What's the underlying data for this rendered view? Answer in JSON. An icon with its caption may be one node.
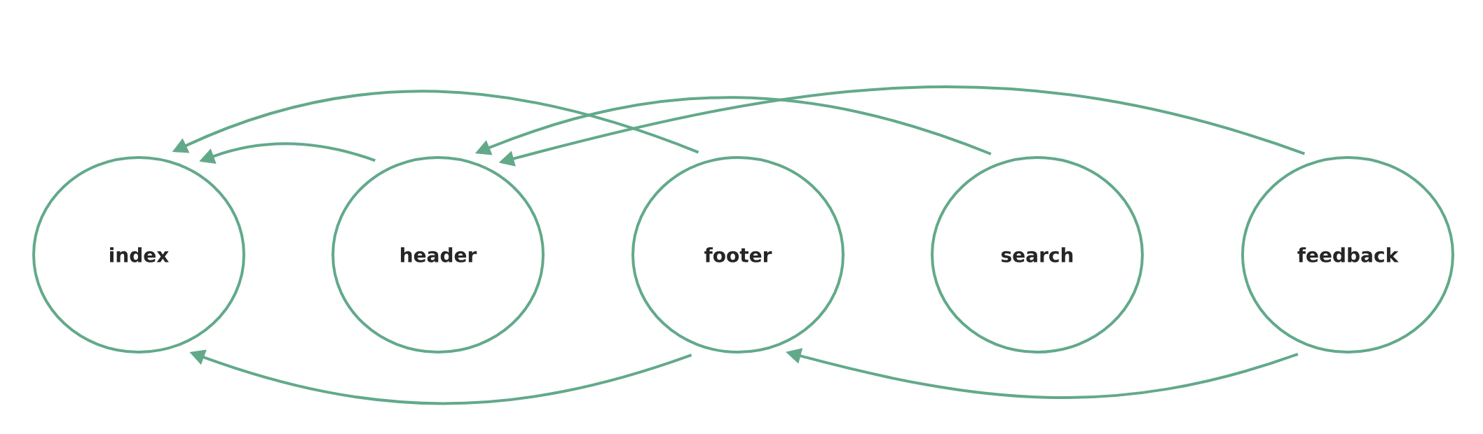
{
  "diagram": {
    "nodes": [
      {
        "text": [
          "index"
        ]
      },
      {
        "text": [
          "header"
        ]
      },
      {
        "text": [
          "footer"
        ]
      },
      {
        "text": [
          "search"
        ]
      },
      {
        "text": [
          "feedback"
        ]
      }
    ],
    "edges": [
      {
        "from": 1,
        "to": 0,
        "arrow": "to"
      },
      {
        "from": 2,
        "to": 0,
        "arrow": "to"
      },
      {
        "from": 3,
        "to": 1,
        "arrow": "to"
      },
      {
        "from": 4,
        "to": 1,
        "arrow": "to"
      },
      {
        "from": 2,
        "to": 0,
        "arrow": "to"
      },
      {
        "from": 4,
        "to": 2,
        "arrow": "to"
      }
    ]
  }
}
